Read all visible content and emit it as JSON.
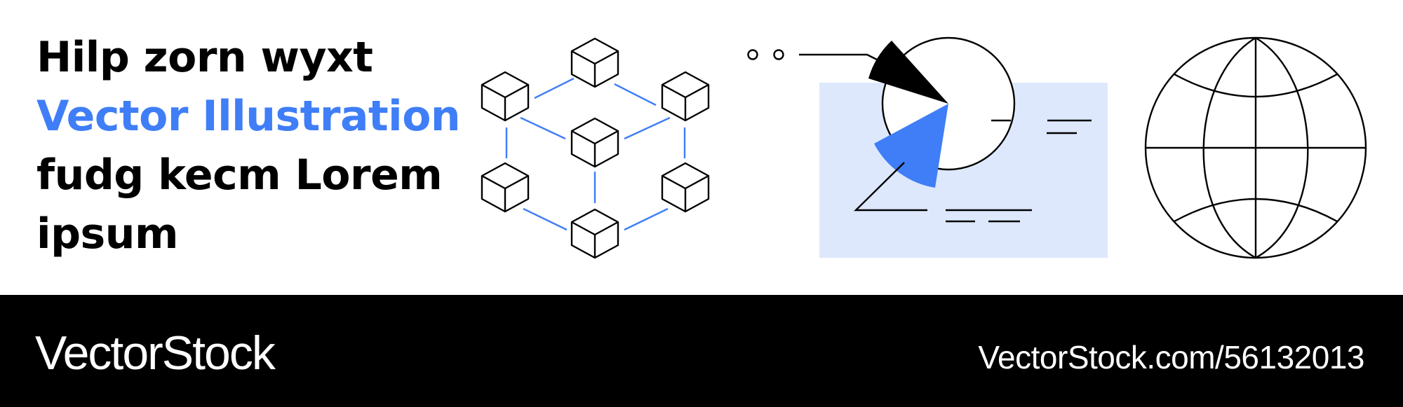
{
  "headline": {
    "line1": "Hilp zorn wyxt",
    "line2": "Vector Illustration",
    "line3": "fudg kecm Lorem",
    "line4": "ipsum"
  },
  "footer": {
    "brand": "VectorStock",
    "url": "VectorStock.com/56132013"
  },
  "colors": {
    "accent": "#3f7ef7",
    "panel": "#dde8fc",
    "ink": "#000000",
    "footer_bg": "#000000"
  },
  "icons": [
    "blockchain-network-icon",
    "pie-chart-icon",
    "globe-icon"
  ]
}
